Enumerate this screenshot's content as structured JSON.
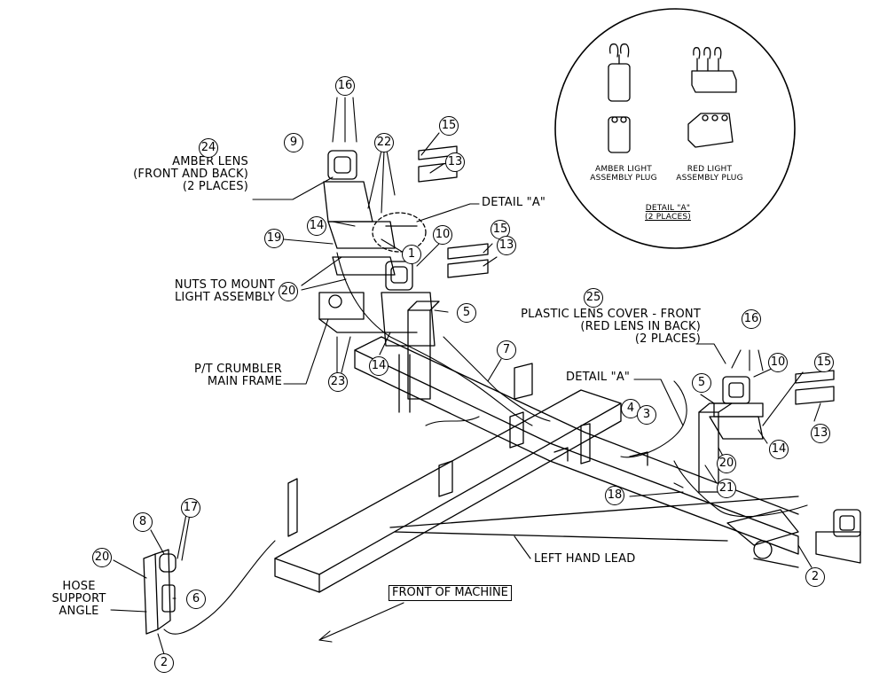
{
  "labels": {
    "amber_lens": "AMBER LENS\n(FRONT AND BACK)\n(2 PLACES)",
    "detail_a_top": "DETAIL \"A\"",
    "nuts_to_mount": "NUTS TO MOUNT\nLIGHT ASSEMBLY",
    "pt_crumbler": "P/T CRUMBLER\nMAIN FRAME",
    "plastic_lens": "PLASTIC LENS COVER - FRONT\n(RED LENS IN BACK)\n(2 PLACES)",
    "detail_a_mid": "DETAIL \"A\"",
    "left_hand_lead": "LEFT HAND LEAD",
    "front_of_machine": "FRONT OF\nMACHINE",
    "hose_support": "HOSE\nSUPPORT\nANGLE",
    "amber_plug": "AMBER LIGHT\nASSEMBLY PLUG",
    "red_plug": "RED LIGHT\nASSEMBLY PLUG",
    "detail_caption": "DETAIL \"A\"\n(2 PLACES)"
  },
  "callouts": {
    "c16a": "16",
    "c24": "24",
    "c9": "9",
    "c22": "22",
    "c15a": "15",
    "c13a": "13",
    "c14a": "14",
    "c19": "19",
    "c1": "1",
    "c10a": "10",
    "c15b": "15",
    "c13b": "13",
    "c20a": "20",
    "c5a": "5",
    "c23": "23",
    "c14b": "14",
    "c7": "7",
    "c25": "25",
    "c16b": "16",
    "c10b": "10",
    "c15c": "15",
    "c5b": "5",
    "c4": "4",
    "c3": "3",
    "c14c": "14",
    "c13c": "13",
    "c20b": "20",
    "c21": "21",
    "c18": "18",
    "c8": "8",
    "c17": "17",
    "c20c": "20",
    "c6": "6",
    "c2a": "2",
    "c2b": "2"
  }
}
